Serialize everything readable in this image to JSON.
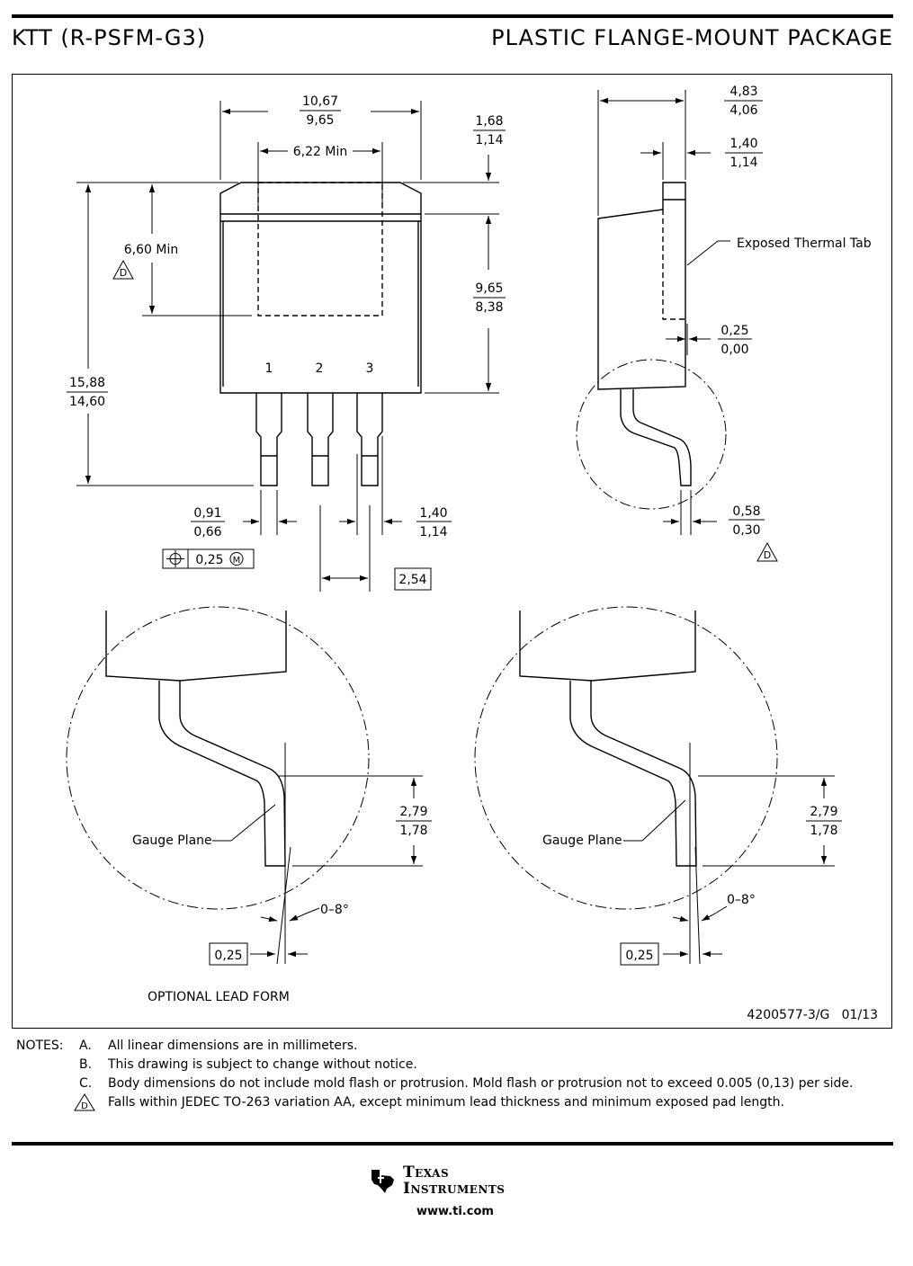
{
  "header": {
    "left": "KTT (R-PSFM-G3)",
    "right": "PLASTIC FLANGE-MOUNT PACKAGE"
  },
  "drawing": {
    "top_view": {
      "overall_width": {
        "max": "10,67",
        "min": "9,65"
      },
      "pad_width": "6,22 Min",
      "tab_height": {
        "max": "1,68",
        "min": "1,14"
      },
      "pad_length": "6,60 Min",
      "body_length": {
        "max": "9,65",
        "min": "8,38"
      },
      "overall_length": {
        "max": "15,88",
        "min": "14,60"
      },
      "pins": [
        "1",
        "2",
        "3"
      ],
      "lead_width": {
        "max": "0,91",
        "min": "0,66"
      },
      "lead_shoulder": {
        "max": "1,40",
        "min": "1,14"
      },
      "position_tol": "0,25",
      "position_mod": "M",
      "pitch": "2,54"
    },
    "side_view": {
      "overall_height": {
        "max": "4,83",
        "min": "4,06"
      },
      "tab_thickness": {
        "max": "1,40",
        "min": "1,14"
      },
      "thermal_tab_label": "Exposed Thermal Tab",
      "standoff": {
        "max": "0,25",
        "min": "0,00"
      },
      "lead_thickness": {
        "max": "0,58",
        "min": "0,30"
      }
    },
    "detail": {
      "gauge_plane": "Gauge Plane",
      "foot_length": {
        "max": "2,79",
        "min": "1,78"
      },
      "angle": "0–8°",
      "gauge_dim": "0,25"
    },
    "caption": "OPTIONAL LEAD FORM",
    "doc_number": "4200577-3/G   01/13",
    "note_flag": "D"
  },
  "notes": {
    "label": "NOTES:",
    "items": [
      {
        "letter": "A.",
        "text": "All linear dimensions are in millimeters."
      },
      {
        "letter": "B.",
        "text": "This drawing is subject to change without notice."
      },
      {
        "letter": "C.",
        "text": "Body dimensions do not include mold flash or protrusion.  Mold flash or protrusion not to exceed 0.005 (0,13) per side."
      },
      {
        "letter": "D",
        "text": "Falls within JEDEC TO-263 variation AA, except minimum lead thickness and minimum exposed pad length."
      }
    ]
  },
  "footer": {
    "brand_line1": "Texas",
    "brand_line2": "Instruments",
    "url": "www.ti.com"
  }
}
